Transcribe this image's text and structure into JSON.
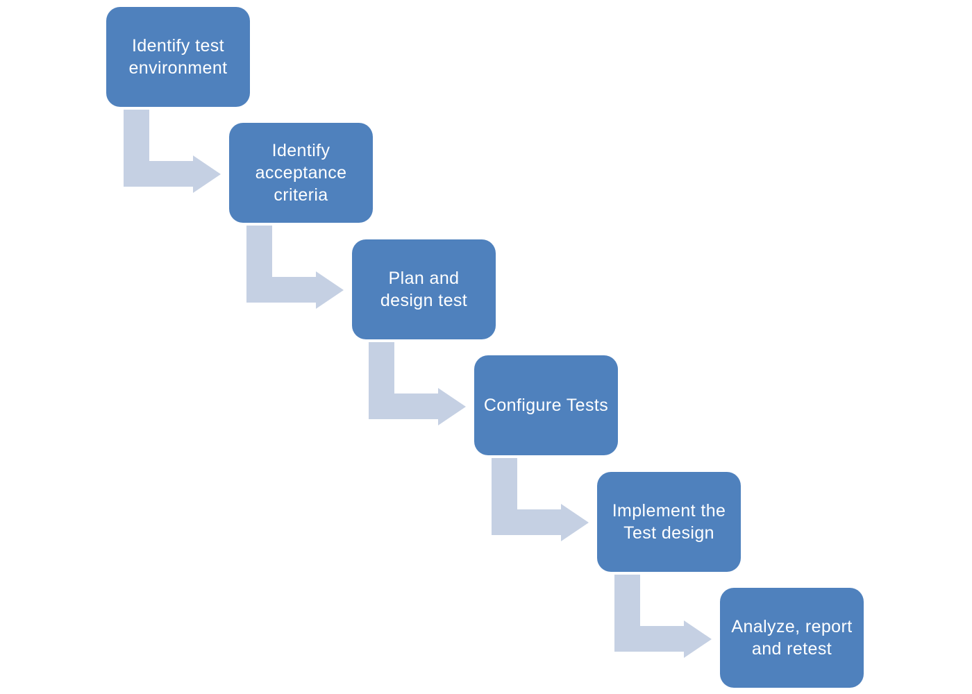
{
  "diagram": {
    "colors": {
      "box_fill": "#4f81bd",
      "box_text": "#ffffff",
      "arrow_fill": "#c5d0e3"
    },
    "connector_icon": "bent-arrow-icon",
    "steps": [
      {
        "label": "Identify test\nenvironment"
      },
      {
        "label": "Identify\nacceptance\ncriteria"
      },
      {
        "label": "Plan and\ndesign test"
      },
      {
        "label": "Configure Tests"
      },
      {
        "label": "Implement the\nTest design"
      },
      {
        "label": "Analyze, report\nand retest"
      }
    ]
  }
}
